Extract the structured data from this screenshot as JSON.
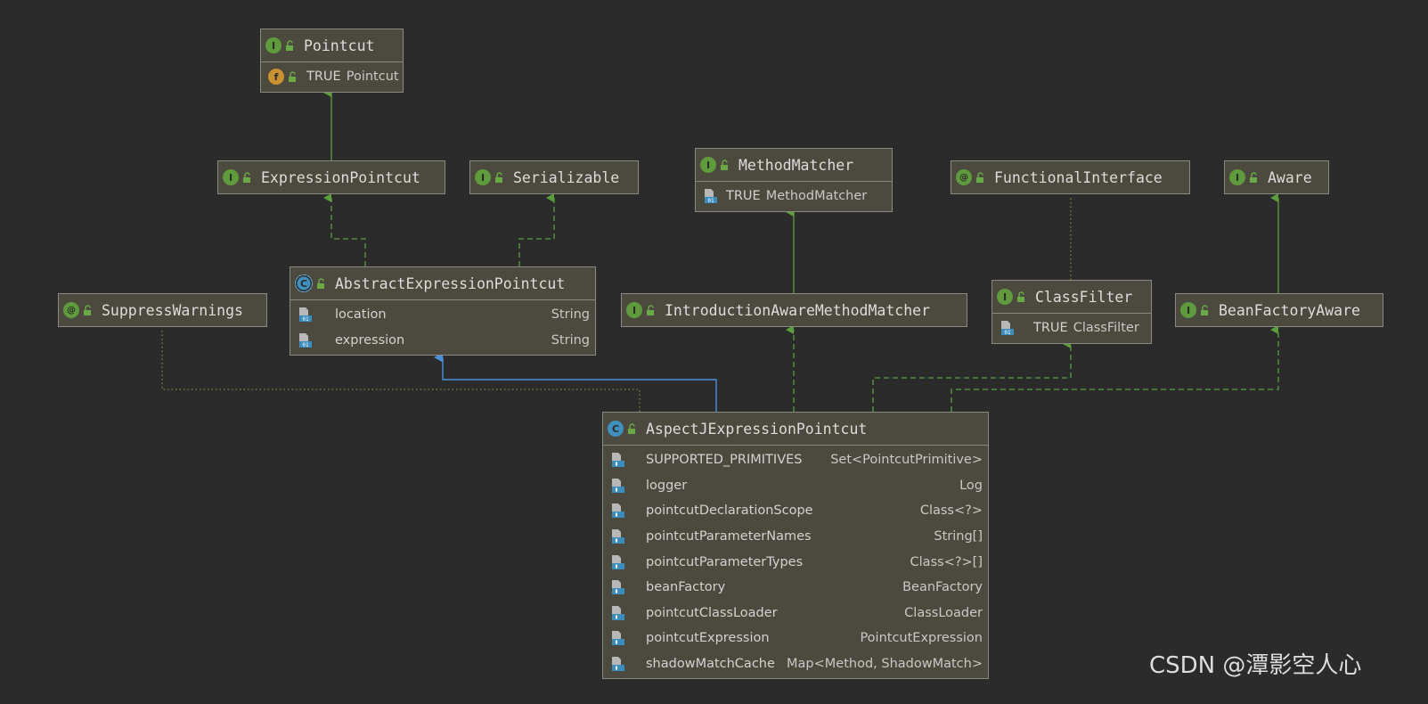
{
  "nodes": {
    "pointcut": {
      "name": "Pointcut",
      "fields": [
        {
          "name": "TRUE",
          "type": "Pointcut"
        }
      ]
    },
    "expression_pointcut": {
      "name": "ExpressionPointcut"
    },
    "serializable": {
      "name": "Serializable"
    },
    "method_matcher": {
      "name": "MethodMatcher",
      "fields": [
        {
          "name": "TRUE",
          "type": "MethodMatcher"
        }
      ]
    },
    "functional_interface": {
      "name": "FunctionalInterface"
    },
    "aware": {
      "name": "Aware"
    },
    "suppress_warnings": {
      "name": "SuppressWarnings"
    },
    "abstract_expression_pointcut": {
      "name": "AbstractExpressionPointcut",
      "fields": [
        {
          "name": "location",
          "type": "String"
        },
        {
          "name": "expression",
          "type": "String"
        }
      ]
    },
    "introduction_aware_method_matcher": {
      "name": "IntroductionAwareMethodMatcher"
    },
    "class_filter": {
      "name": "ClassFilter",
      "fields": [
        {
          "name": "TRUE",
          "type": "ClassFilter"
        }
      ]
    },
    "bean_factory_aware": {
      "name": "BeanFactoryAware"
    },
    "aspectj_expression_pointcut": {
      "name": "AspectJExpressionPointcut",
      "fields": [
        {
          "name": "SUPPORTED_PRIMITIVES",
          "type": "Set<PointcutPrimitive>"
        },
        {
          "name": "logger",
          "type": "Log"
        },
        {
          "name": "pointcutDeclarationScope",
          "type": "Class<?>"
        },
        {
          "name": "pointcutParameterNames",
          "type": "String[]"
        },
        {
          "name": "pointcutParameterTypes",
          "type": "Class<?>[]"
        },
        {
          "name": "beanFactory",
          "type": "BeanFactory"
        },
        {
          "name": "pointcutClassLoader",
          "type": "ClassLoader"
        },
        {
          "name": "pointcutExpression",
          "type": "PointcutExpression"
        },
        {
          "name": "shadowMatchCache",
          "type": "Map<Method, ShadowMatch>"
        }
      ]
    }
  },
  "badges": {
    "interface": "I",
    "annotation": "@",
    "class": "C",
    "final_field": "f",
    "field_icon": "01"
  },
  "colors": {
    "background": "#2b2b2b",
    "node_fill": "#4c4a3e",
    "extends_edge": "#5a9e3e",
    "implements_edge": "#5a9e3e",
    "class_extends_edge": "#4a90d9",
    "annotation_edge": "#7a8a3a"
  },
  "watermark": "CSDN @潭影空人心"
}
